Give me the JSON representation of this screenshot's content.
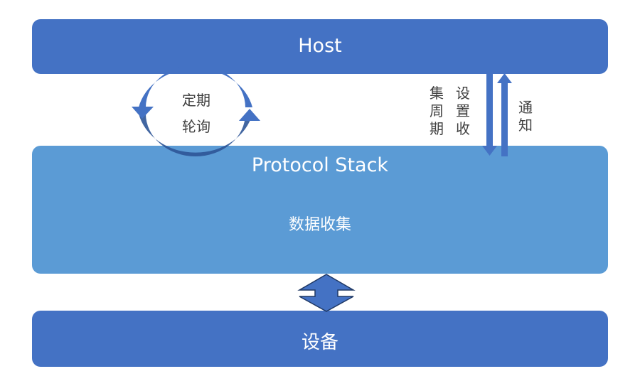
{
  "host": {
    "label": "Host"
  },
  "protocol_stack": {
    "label": "Protocol Stack",
    "sublabel": "数据收集"
  },
  "device": {
    "label": "设备"
  },
  "polling": {
    "line1": "定期",
    "line2": "轮询"
  },
  "set_period": {
    "col1": "设置收",
    "col2": "集周期"
  },
  "notify": {
    "label": "通知"
  },
  "colors": {
    "dark_blue": "#4472c4",
    "light_blue": "#5b9bd5",
    "text": "#404040"
  }
}
